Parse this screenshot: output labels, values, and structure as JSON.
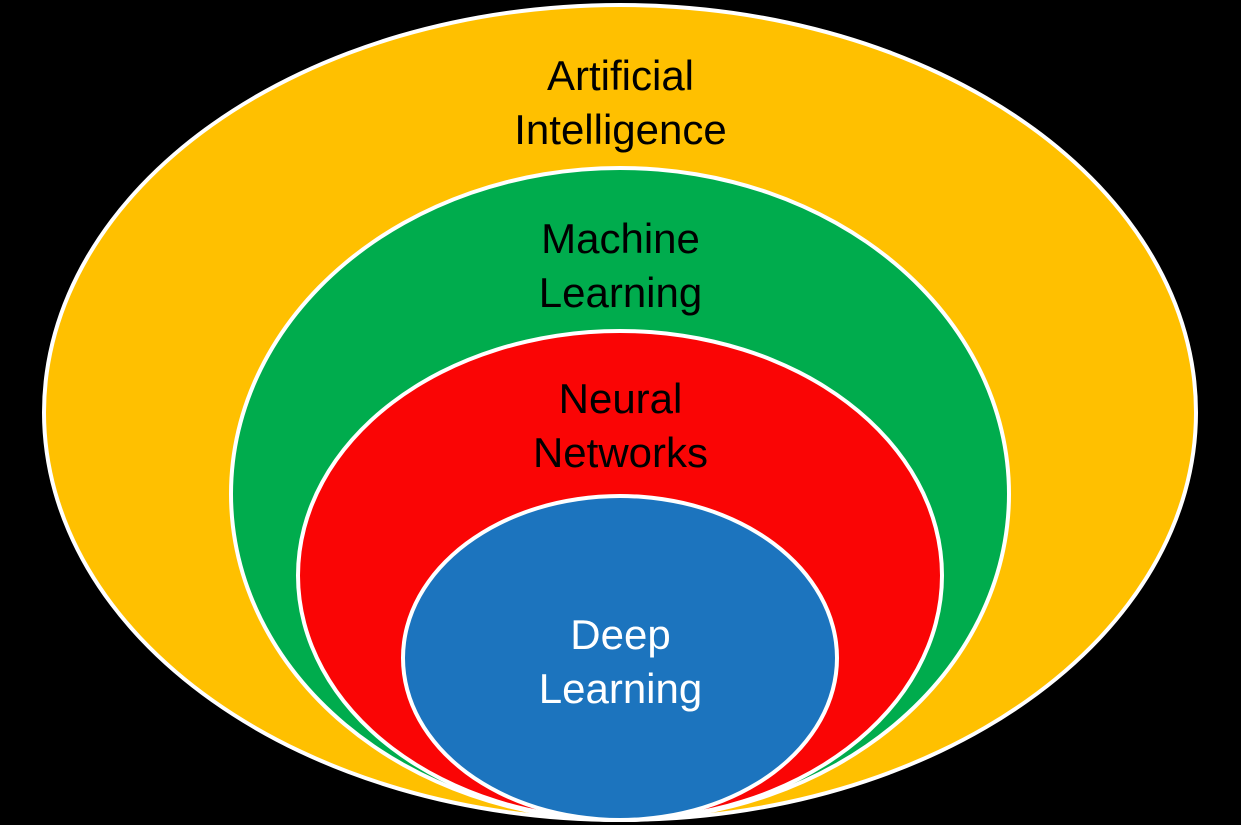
{
  "diagram": {
    "background_color": "#000000",
    "outline_color": "#ffffff",
    "rings": [
      {
        "id": "artificial-intelligence",
        "label": "Artificial\nIntelligence",
        "fill_color": "#FFC000",
        "text_color": "#000000"
      },
      {
        "id": "machine-learning",
        "label": "Machine\nLearning",
        "fill_color": "#00AC4D",
        "text_color": "#000000"
      },
      {
        "id": "neural-networks",
        "label": "Neural\nNetworks",
        "fill_color": "#FA0505",
        "text_color": "#000000"
      },
      {
        "id": "deep-learning",
        "label": "Deep\nLearning",
        "fill_color": "#1C74BE",
        "text_color": "#FFFFFF"
      }
    ]
  }
}
